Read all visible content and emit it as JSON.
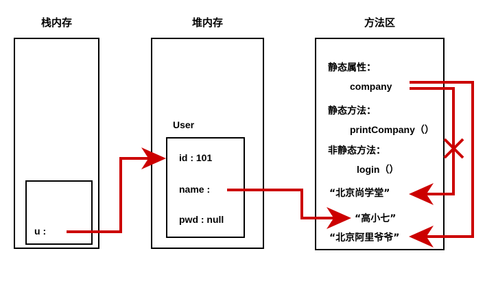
{
  "diagram": {
    "title_stack": "栈内存",
    "title_heap": "堆内存",
    "title_method_area": "方法区",
    "accent_color": "#cc0000",
    "line_color": "#000000"
  },
  "stack": {
    "frame_label": "u :"
  },
  "heap": {
    "object_label": "User",
    "fields": [
      {
        "text": "id : 101"
      },
      {
        "text": "name :"
      },
      {
        "text": "pwd : null"
      }
    ]
  },
  "method_area": {
    "rows": [
      {
        "text": "静态属性：",
        "kind": "heading"
      },
      {
        "text": "company",
        "kind": "member"
      },
      {
        "text": "静态方法：",
        "kind": "heading"
      },
      {
        "text": "printCompany（）",
        "kind": "member"
      },
      {
        "text": "非静态方法：",
        "kind": "heading"
      },
      {
        "text": "login（）",
        "kind": "member"
      }
    ],
    "string_pool": [
      {
        "text": "“北京尚学堂”"
      },
      {
        "text": "“高小七”"
      },
      {
        "text": "“北京阿里爷爷”"
      }
    ]
  }
}
